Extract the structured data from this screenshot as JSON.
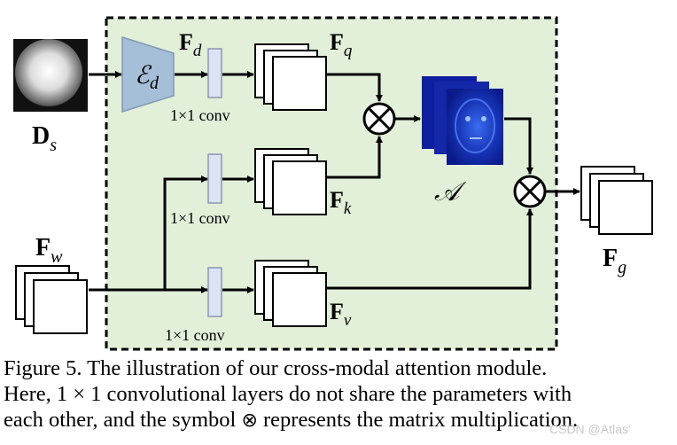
{
  "diagram": {
    "input_depth_label": "D",
    "input_depth_sub": "s",
    "encoder_label": "ℰ",
    "encoder_sub": "d",
    "fd_label": "F",
    "fd_sub": "d",
    "fq_label": "F",
    "fq_sub": "q",
    "fk_label": "F",
    "fk_sub": "k",
    "fv_label": "F",
    "fv_sub": "v",
    "fw_label": "F",
    "fw_sub": "w",
    "fg_label": "F",
    "fg_sub": "g",
    "attention_label": "𝒜",
    "conv_label_1": "1×1 conv",
    "conv_label_2": "1×1 conv",
    "conv_label_3": "1×1 conv"
  },
  "caption": {
    "line1": "Figure 5.  The illustration of our cross-modal attention module.",
    "line2": "Here, 1 × 1 convolutional layers do not share the parameters with",
    "line3_a": "each other, and the symbol",
    "symbol": "⊗",
    "line3_b": "represents the matrix multiplication."
  },
  "watermark": "CSDN @Atlas'",
  "colors": {
    "module_bg": "#e2efd9",
    "encoder": "#a6bfd8",
    "conv": "#dbe4f4",
    "attention_map": "#1a33b8"
  }
}
